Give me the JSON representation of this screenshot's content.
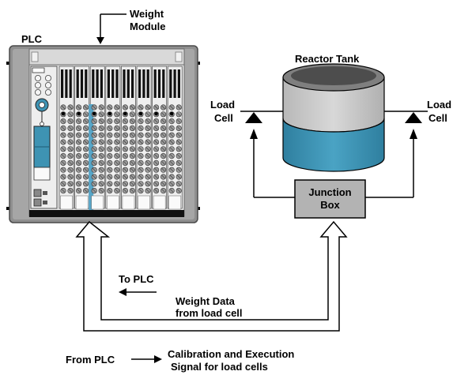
{
  "labels": {
    "plc": "PLC",
    "weight_module_line1": "Weight",
    "weight_module_line2": "Module",
    "reactor_tank": "Reactor Tank",
    "load_cell_left_line1": "Load",
    "load_cell_left_line2": "Cell",
    "load_cell_right_line1": "Load",
    "load_cell_right_line2": "Cell",
    "junction_box_line1": "Junction",
    "junction_box_line2": "Box",
    "to_plc": "To PLC",
    "weight_data_line1": "Weight Data",
    "weight_data_line2": "from load cell",
    "from_plc": "From PLC",
    "calibration_line1": "Calibration and Execution",
    "calibration_line2": "Signal for load cells"
  },
  "colors": {
    "rack_frame": "#8c8c8c",
    "rack_inner": "#e8e8e8",
    "module_highlight": "#58a6c8",
    "tank_top": "#c8c8c8",
    "tank_liquid": "#3e93b3",
    "junction_fill": "#b3b3b3"
  }
}
